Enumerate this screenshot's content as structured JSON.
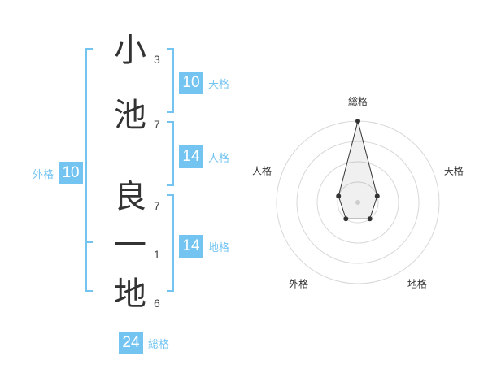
{
  "name": {
    "chars": [
      {
        "char": "小",
        "strokes": "3"
      },
      {
        "char": "池",
        "strokes": "7"
      },
      {
        "char": "良",
        "strokes": "7"
      },
      {
        "char": "一",
        "strokes": "1"
      },
      {
        "char": "地",
        "strokes": "6"
      }
    ]
  },
  "fortunes": {
    "tenkaku": {
      "value": "10",
      "label": "天格"
    },
    "jinkaku": {
      "value": "14",
      "label": "人格"
    },
    "chikaku": {
      "value": "14",
      "label": "地格"
    },
    "gaikaku": {
      "value": "10",
      "label": "外格"
    },
    "soukaku": {
      "value": "24",
      "label": "総格"
    }
  },
  "colors": {
    "accent": "#74c4f2",
    "bracket": "#74c4f2"
  },
  "chart_data": {
    "type": "radar",
    "axes": [
      "総格",
      "天格",
      "地格",
      "外格",
      "人格"
    ],
    "values": [
      4,
      1,
      1,
      1,
      1
    ],
    "max": 4,
    "rings": 4
  }
}
